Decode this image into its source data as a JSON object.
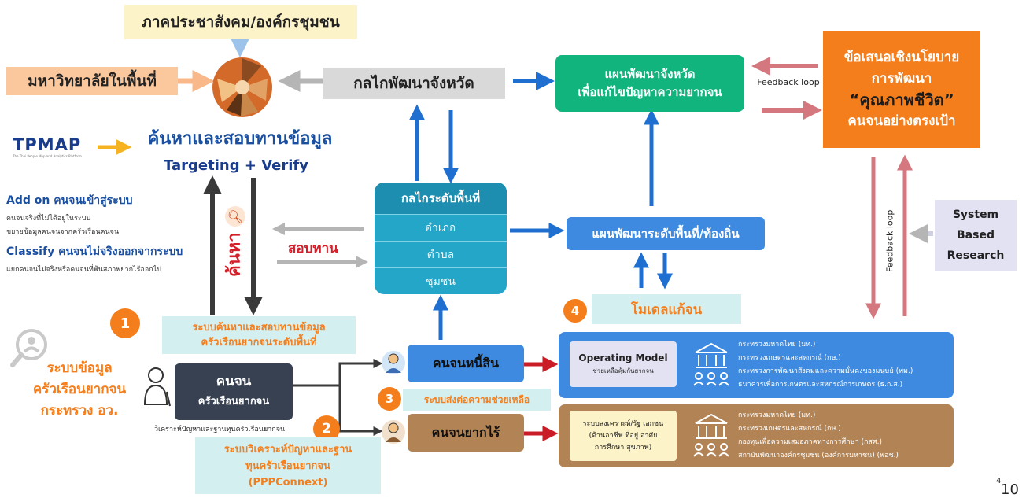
{
  "top_community": "ภาคประชาสังคม/องค์กรชุมชน",
  "university": "มหาวิทยาลัยในพื้นที่",
  "tpmap": {
    "logo": "TPMAP",
    "subtitle": "The Thai People Map and Analytics Platform"
  },
  "search_title": "ค้นหาและสอบทานข้อมูล",
  "search_subtitle": "Targeting + Verify",
  "add_on": {
    "title": "Add on คนจนเข้าสู่ระบบ",
    "items": [
      "คนจนจริงที่ไม่ได้อยู่ในระบบ",
      "ขยายข้อมูลคนจนจากครัวเรือนคนจน"
    ]
  },
  "classify": {
    "title": "Classify คนจนไม่จริงออกจากระบบ",
    "items": [
      "แยกคนจนไม่จริงหรือคนจนที่พ้นสภาพยากไร้ออกไป"
    ]
  },
  "search_vertical": "ค้นหา",
  "verify_label": "สอบทาน",
  "province_mech": "กลไกพัฒนาจังหวัด",
  "province_plan": {
    "line1": "แผนพัฒนาจังหวัด",
    "line2": "เพื่อแก้ไขปัญหาความยากจน"
  },
  "feedback_loop_h": "Feedback loop",
  "feedback_loop_v": "Feedback loop",
  "policy": {
    "line1": "ข้อเสนอเชิงนโยบาย",
    "line2": "การพัฒนา",
    "line3": "“คุณภาพชีวิต”",
    "line4": "คนจนอย่างตรงเป้า"
  },
  "area_mech": {
    "title": "กลไกระดับพื้นที่",
    "levels": [
      "อำเภอ",
      "ตำบล",
      "ชุมชน"
    ]
  },
  "local_plan": "แผนพัฒนาระดับพื้นที่/ท้องถิ่น",
  "system_based": {
    "line1": "System",
    "line2": "Based",
    "line3": "Research"
  },
  "step1": {
    "num": "1",
    "line1": "ระบบค้นหาและสอบทานข้อมูล",
    "line2": "ครัวเรือนยากจนระดับพื้นที่"
  },
  "step4": {
    "num": "4",
    "label": "โมเดลแก้จน"
  },
  "household_system": {
    "line1": "ระบบข้อมูล",
    "line2": "ครัวเรือนยากจน",
    "line3": "กระทรวง อว."
  },
  "poor_box": {
    "line1": "คนจน",
    "line2": "ครัวเรือนยากจน"
  },
  "analysis_caption": "วิเคราะห์ปัญหาและฐานทุนครัวเรือนยากจน",
  "step2": {
    "num": "2",
    "line1": "ระบบวิเคราะห์ปัญหาและฐาน",
    "line2": "ทุนครัวเรือนยากจน",
    "line3": "(PPPConnext)"
  },
  "step3": {
    "num": "3",
    "label": "ระบบส่งต่อความช่วยเหลือ"
  },
  "debt": "คนจนหนี้สิน",
  "destitute": "คนจนยากไร้",
  "operating_model": {
    "title": "Operating Model",
    "subtitle": "ช่วยเหลือคุ้มกันยากจน",
    "items": [
      "กระทรวงมหาดไทย (มท.)",
      "กระทรวงเกษตรและสหกรณ์ (กษ.)",
      "กระทรวงการพัฒนาสังคมและความมั่นคงของมนุษย์ (พม.)",
      "ธนาคารเพื่อการเกษตรและสหกรณ์การเกษตร (ธ.ก.ส.)"
    ]
  },
  "welfare_model": {
    "line1": "ระบบสงเคราะห์/รัฐ เอกชน",
    "line2": "(ด้านอาชีพ ที่อยู่ อาศัย",
    "line3": "การศึกษา สุขภาพ)",
    "items": [
      "กระทรวงมหาดไทย (มท.)",
      "กระทรวงเกษตรและสหกรณ์ (กษ.)",
      "กองทุนเพื่อความเสมอภาคทางการศึกษา (กสศ.)",
      "สถาบันพัฒนาองค์กรชุมชน (องค์การมหาชน) (พอช.)"
    ]
  },
  "page_small": "4",
  "page_number": "10",
  "colors": {
    "blue_arrow": "#1f6fd1",
    "green": "#12b47e",
    "orange": "#f57e1c",
    "gray_box": "#d9d9d9",
    "dark_box": "#374152",
    "teal_box": "#23a6c7",
    "light_teal": "#d4efef",
    "light_yellow": "#fdf3c8",
    "light_orange": "#fbc79d",
    "brown": "#b28455",
    "red_arrow": "#c91c26",
    "pink_arrow": "#d4777f",
    "lavender": "#e3e2f3",
    "blue_box": "#3d8ae0"
  }
}
